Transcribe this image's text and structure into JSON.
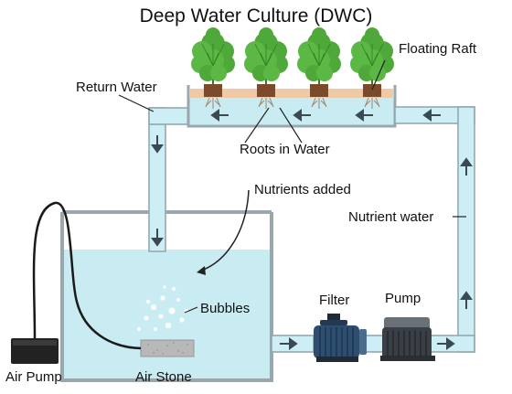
{
  "title": "Deep Water Culture (DWC)",
  "labels": {
    "floating_raft": "Floating Raft",
    "return_water": "Return Water",
    "roots_in_water": "Roots in Water",
    "nutrients_added": "Nutrients added",
    "nutrient_water": "Nutrient water",
    "bubbles": "Bubbles",
    "filter": "Filter",
    "pump": "Pump",
    "air_pump": "Air Pump",
    "air_stone": "Air Stone"
  },
  "plants_count": 4,
  "colors": {
    "water": "#c9ecf2",
    "pipe_fill": "#cdeef4",
    "pipe_outline": "#8fa3ab",
    "tank_wall": "#9aa7ad",
    "raft": "#f0c9a6",
    "leaf": "#4fa83a",
    "leaf_dark": "#2f7d24",
    "pot": "#7a4a2a",
    "arrow": "#3a4a50",
    "hose": "#1a1a1a",
    "filter_body": "#2d4e6e",
    "pump_body": "#3a3f45",
    "air_pump": "#222222",
    "air_stone": "#b8b8b8"
  }
}
